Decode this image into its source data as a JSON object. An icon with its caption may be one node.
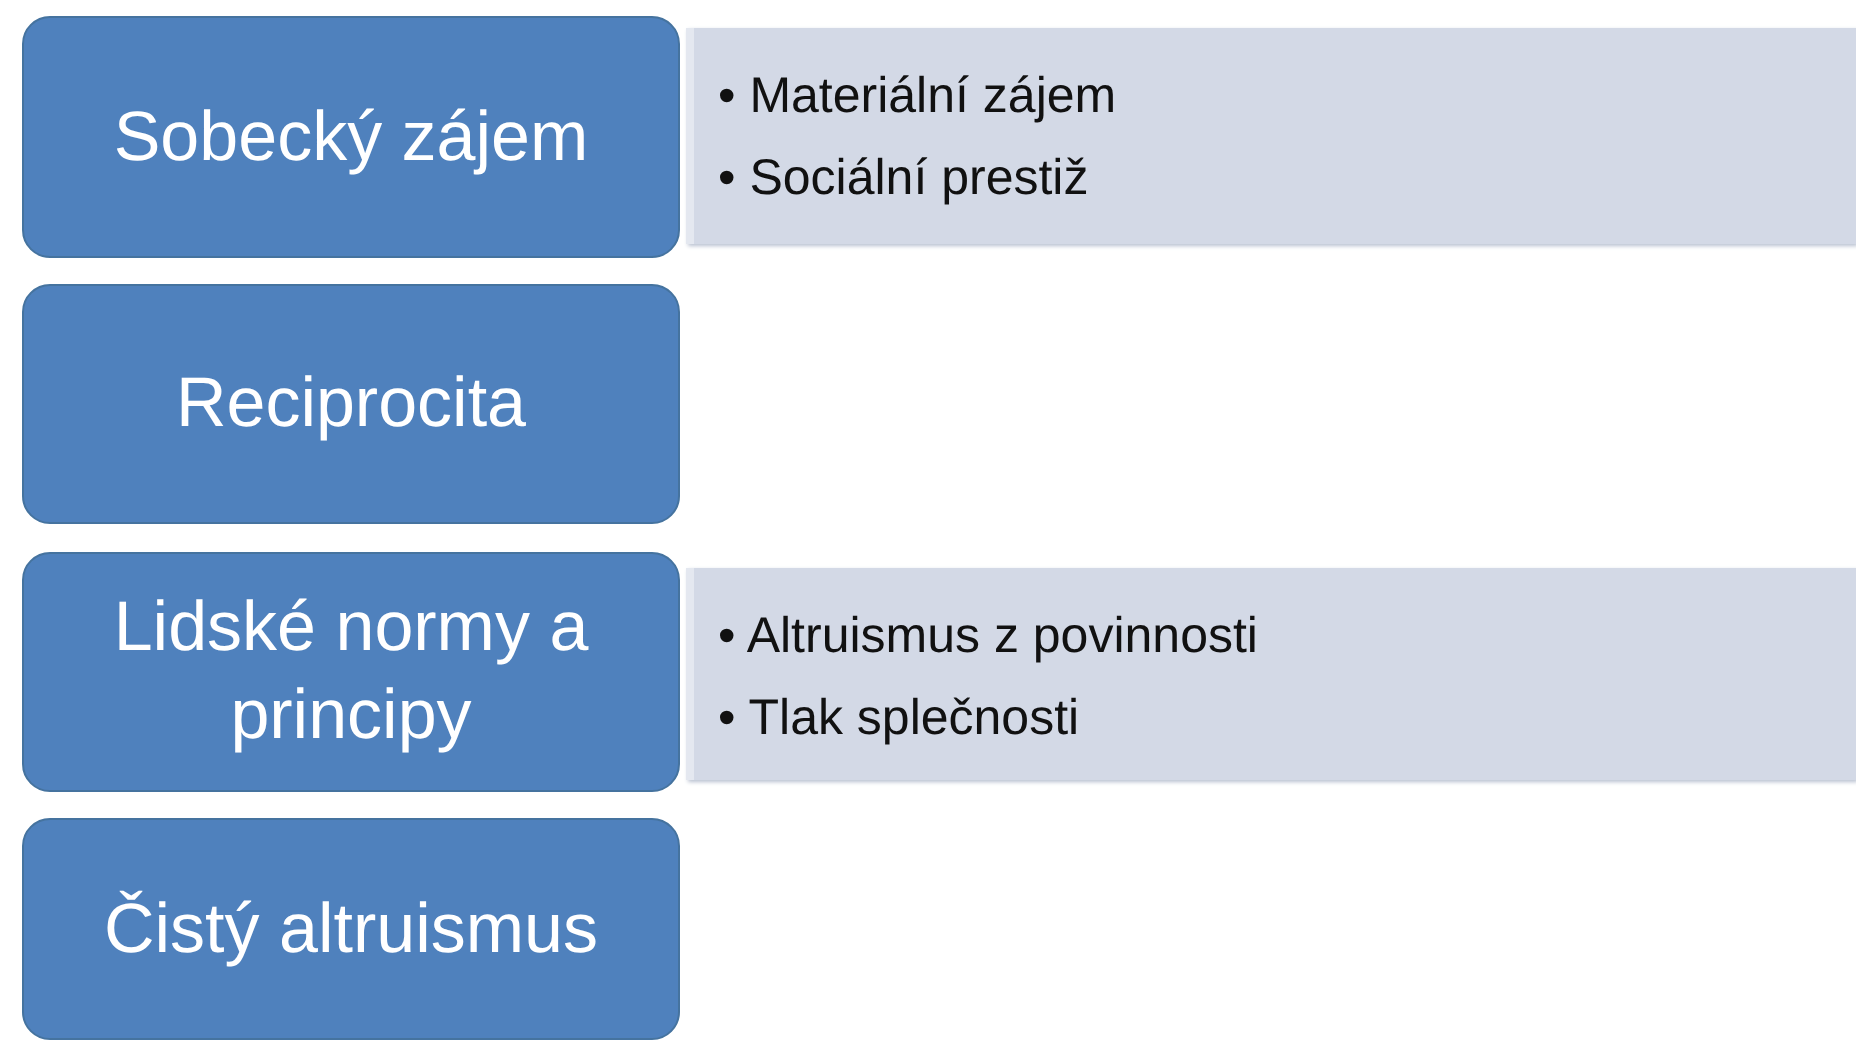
{
  "diagram": {
    "nodes": [
      {
        "text": [
          "Sobecký zájem"
        ]
      },
      {
        "text": [
          "• Materiální zájem",
          "• Sociální prestiž"
        ]
      },
      {
        "text": [
          "Reciprocita"
        ]
      },
      {
        "text": [
          "Lidské normy a principy"
        ]
      },
      {
        "text": [
          "• Altruismus z povinnosti",
          "• Tlak splečnosti"
        ]
      },
      {
        "text": [
          "Čistý altruismus"
        ]
      }
    ]
  }
}
